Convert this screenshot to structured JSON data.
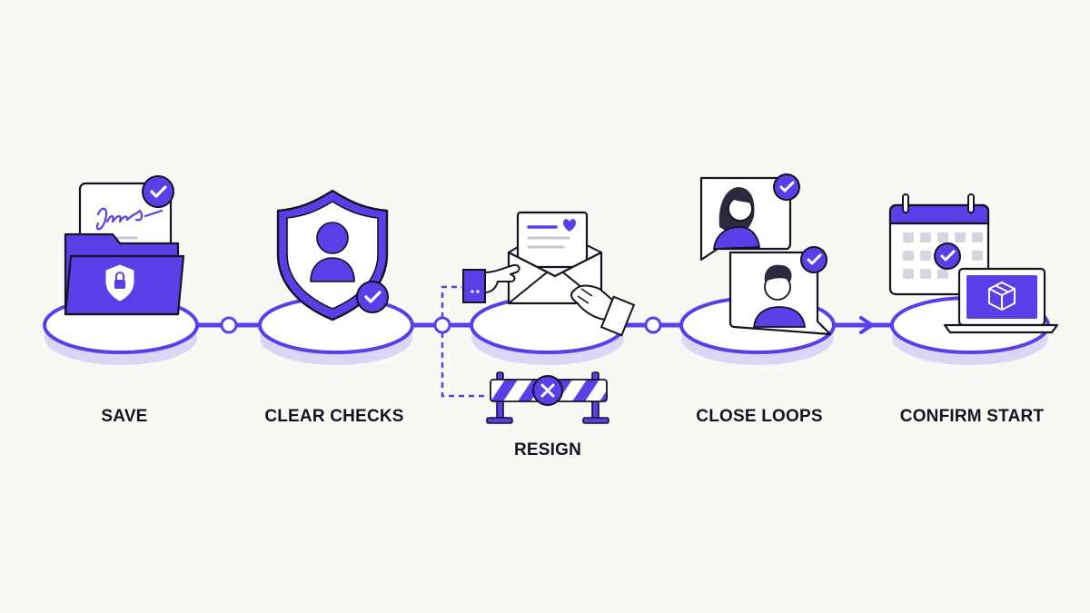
{
  "colors": {
    "accent": "#5b3ee8",
    "ink": "#15131f",
    "platform_shadow": "#dcd6f6",
    "background": "#faf8f5"
  },
  "steps": [
    {
      "label": "SAVE",
      "icon": "signed-document-folder-icon",
      "status": "check-icon"
    },
    {
      "label": "CLEAR CHECKS",
      "icon": "shield-person-icon",
      "status": "check-icon"
    },
    {
      "label": "RESIGN",
      "icon": "letter-handover-icon",
      "branch": "blocked-barrier-icon"
    },
    {
      "label": "CLOSE LOOPS",
      "icon": "video-chat-pair-icon",
      "status": "check-icon"
    },
    {
      "label": "CONFIRM START",
      "icon": "calendar-laptop-icon",
      "status": "check-icon"
    }
  ]
}
